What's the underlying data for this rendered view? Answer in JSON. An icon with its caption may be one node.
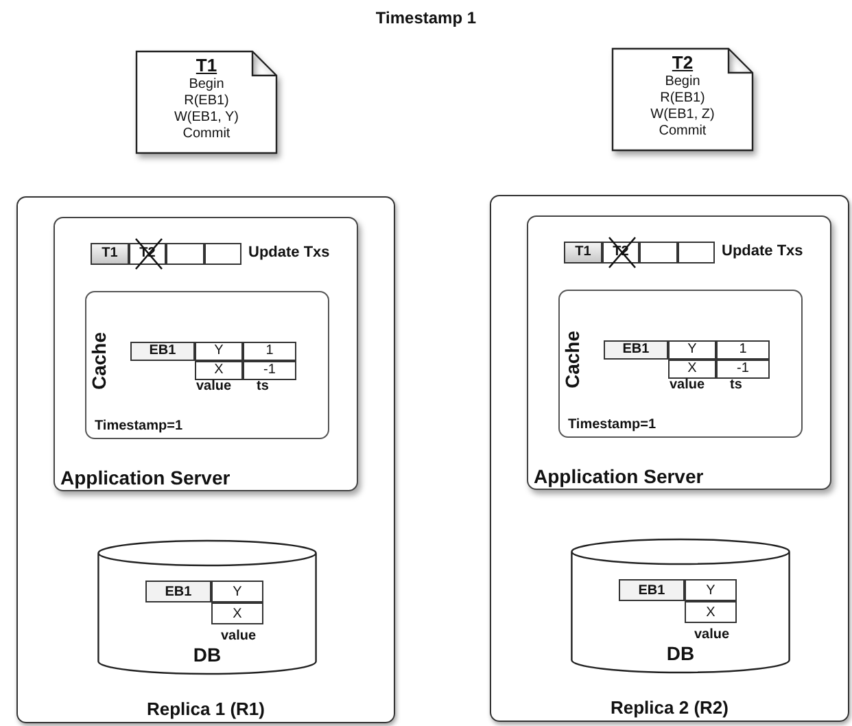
{
  "diagram": {
    "title": "Timestamp 1",
    "nodes": [
      {
        "text": [
          "T1",
          "Begin R(EB1) W(EB1, Y) Commit"
        ]
      },
      {
        "text": [
          "T2",
          "Begin R(EB1) W(EB1, Z) Commit"
        ]
      },
      {
        "text": [
          "Replica 1 (R1)"
        ]
      },
      {
        "text": [
          "Application Server"
        ],
        "in": 2
      },
      {
        "text": [
          "T1"
        ],
        "in": 3
      },
      {
        "text": [
          "T2"
        ],
        "in": 3
      },
      {
        "text": [],
        "shape": "box",
        "in": 3
      },
      {
        "text": [],
        "shape": "box",
        "in": 3
      },
      {
        "text": [
          "Cache",
          "Timestamp=1"
        ],
        "in": 3
      },
      {
        "text": [
          "EB1"
        ],
        "in": 8
      },
      {
        "text": [
          "Y"
        ],
        "in": 8
      },
      {
        "text": [
          "1"
        ],
        "in": 8
      },
      {
        "text": [
          "X"
        ],
        "in": 8
      },
      {
        "text": [
          "-1"
        ],
        "in": 8
      },
      {
        "text": [
          "DB"
        ],
        "in": 2
      },
      {
        "text": [
          "EB1"
        ],
        "in": 14
      },
      {
        "text": [
          "Y"
        ],
        "in": 14
      },
      {
        "text": [
          "X"
        ],
        "in": 14
      },
      {
        "text": [
          "Replica 2 (R2)"
        ]
      },
      {
        "text": [
          "Application Server"
        ],
        "in": 18
      },
      {
        "text": [
          "T1"
        ],
        "in": 19
      },
      {
        "text": [
          "T2"
        ],
        "in": 19
      },
      {
        "text": [],
        "shape": "box",
        "in": 19
      },
      {
        "text": [],
        "shape": "box",
        "in": 19
      },
      {
        "text": [
          "Cache",
          "Timestamp=1"
        ],
        "in": 19
      },
      {
        "text": [
          "EB1"
        ],
        "in": 24
      },
      {
        "text": [
          "Y"
        ],
        "in": 24
      },
      {
        "text": [
          "1"
        ],
        "in": 24
      },
      {
        "text": [
          "X"
        ],
        "in": 24
      },
      {
        "text": [
          "-1"
        ],
        "in": 24
      },
      {
        "text": [
          "DB"
        ],
        "in": 18
      },
      {
        "text": [
          "EB1"
        ],
        "in": 30
      },
      {
        "text": [
          "Y"
        ],
        "in": 30
      },
      {
        "text": [
          "X"
        ],
        "in": 30
      }
    ],
    "labels": [
      "Update Txs",
      "Update Txs",
      "value",
      "ts",
      "value",
      "ts",
      "value",
      "value"
    ]
  }
}
